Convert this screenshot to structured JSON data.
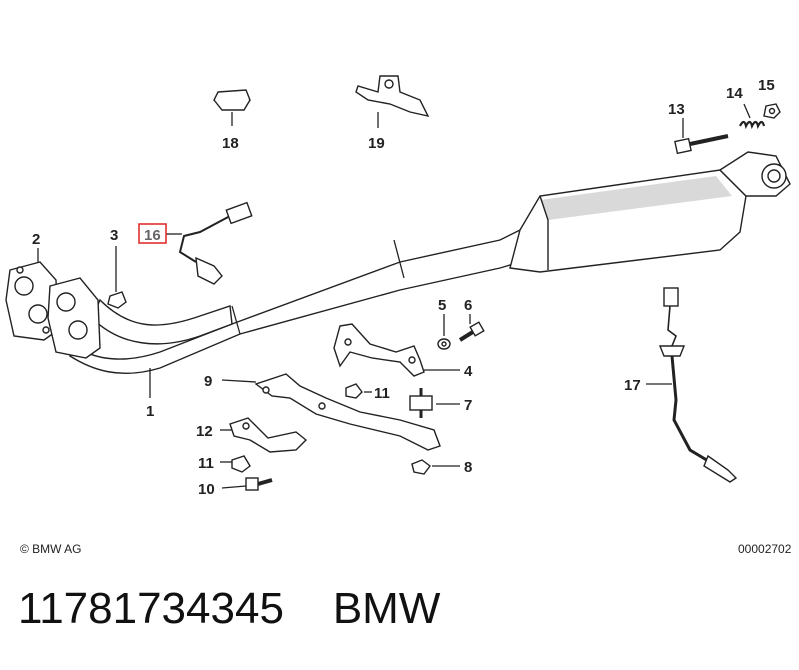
{
  "callouts": {
    "c1": "1",
    "c2": "2",
    "c3": "3",
    "c4": "4",
    "c5": "5",
    "c6": "6",
    "c7": "7",
    "c8": "8",
    "c9": "9",
    "c10": "10",
    "c11a": "11",
    "c11b": "11",
    "c12": "12",
    "c13": "13",
    "c14": "14",
    "c15": "15",
    "c16": "16",
    "c17": "17",
    "c18": "18",
    "c19": "19"
  },
  "highlight": {
    "label": "16",
    "color": "#e03030"
  },
  "copyright": "© BMW AG",
  "diagram_id": "00002702",
  "part_number": "11781734345",
  "brand": "BMW"
}
